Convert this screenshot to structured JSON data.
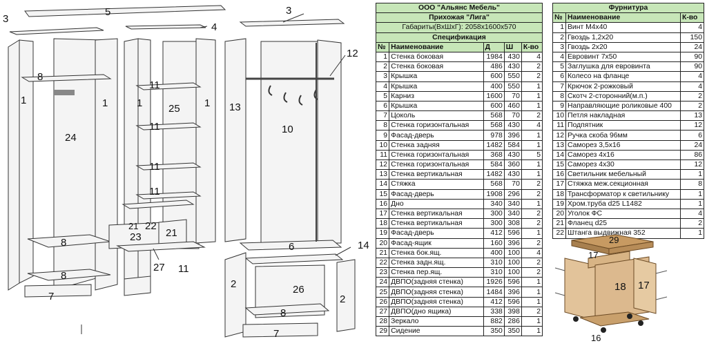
{
  "drawing": {
    "labels": {
      "l5": "5",
      "l3a": "3",
      "l4": "4",
      "l3b": "3",
      "l12": "12",
      "l8a": "8",
      "l1a": "1",
      "l1b": "1",
      "l24": "24",
      "l8b": "8",
      "l8c": "8",
      "l7a": "7",
      "l11a": "11",
      "l11b": "11",
      "l11c": "11",
      "l11d": "11",
      "l1c": "1",
      "l25": "25",
      "l1d": "1",
      "l21a": "21",
      "l22": "22",
      "l23": "23",
      "l21b": "21",
      "l27": "27",
      "l11e": "11",
      "l13": "13",
      "l10": "10",
      "l6": "6",
      "l14": "14",
      "l2a": "2",
      "l26": "26",
      "l2b": "2",
      "l8d": "8",
      "l7b": "7"
    }
  },
  "spec": {
    "company": "ООО \"Альянс Мебель\"",
    "product": "Прихожая \"Лига\"",
    "dims": "Габариты(ВхШхГ): 2058х1600х570",
    "section": "Спецификация",
    "columns": [
      "№",
      "Наименование",
      "Д",
      "Ш",
      "К-во"
    ],
    "rows": [
      {
        "n": "1",
        "name": "Стенка боковая",
        "d": "1984",
        "w": "430",
        "q": "4"
      },
      {
        "n": "2",
        "name": "Стенка боковая",
        "d": "486",
        "w": "430",
        "q": "2"
      },
      {
        "n": "3",
        "name": "Крышка",
        "d": "600",
        "w": "550",
        "q": "2"
      },
      {
        "n": "4",
        "name": "Крышка",
        "d": "400",
        "w": "550",
        "q": "1"
      },
      {
        "n": "5",
        "name": "Карниз",
        "d": "1600",
        "w": "70",
        "q": "1"
      },
      {
        "n": "6",
        "name": "Крышка",
        "d": "600",
        "w": "460",
        "q": "1"
      },
      {
        "n": "7",
        "name": "Цоколь",
        "d": "568",
        "w": "70",
        "q": "2"
      },
      {
        "n": "8",
        "name": "Стенка горизонтальная",
        "d": "568",
        "w": "430",
        "q": "4"
      },
      {
        "n": "9",
        "name": "Фасад-дверь",
        "d": "978",
        "w": "396",
        "q": "1"
      },
      {
        "n": "10",
        "name": "Стенка задняя",
        "d": "1482",
        "w": "584",
        "q": "1"
      },
      {
        "n": "11",
        "name": "Стенка горизонтальная",
        "d": "368",
        "w": "430",
        "q": "5"
      },
      {
        "n": "12",
        "name": "Стенка горизонтальная",
        "d": "584",
        "w": "360",
        "q": "1"
      },
      {
        "n": "13",
        "name": "Стенка вертикальная",
        "d": "1482",
        "w": "430",
        "q": "1"
      },
      {
        "n": "14",
        "name": "Стяжка",
        "d": "568",
        "w": "70",
        "q": "2"
      },
      {
        "n": "15",
        "name": "Фасад-дверь",
        "d": "1908",
        "w": "296",
        "q": "2"
      },
      {
        "n": "16",
        "name": "Дно",
        "d": "340",
        "w": "340",
        "q": "1"
      },
      {
        "n": "17",
        "name": "Стенка вертикальная",
        "d": "300",
        "w": "340",
        "q": "2"
      },
      {
        "n": "18",
        "name": "Стенка вертикальная",
        "d": "300",
        "w": "308",
        "q": "2"
      },
      {
        "n": "19",
        "name": "Фасад-дверь",
        "d": "412",
        "w": "596",
        "q": "1"
      },
      {
        "n": "20",
        "name": "Фасад-ящик",
        "d": "160",
        "w": "396",
        "q": "2"
      },
      {
        "n": "21",
        "name": "Стенка бок.ящ.",
        "d": "400",
        "w": "100",
        "q": "4"
      },
      {
        "n": "22",
        "name": "Стенка задн.ящ.",
        "d": "310",
        "w": "100",
        "q": "2"
      },
      {
        "n": "23",
        "name": "Стенка пер.ящ.",
        "d": "310",
        "w": "100",
        "q": "2"
      },
      {
        "n": "24",
        "name": "ДВПО(задняя стенка)",
        "d": "1926",
        "w": "596",
        "q": "1"
      },
      {
        "n": "25",
        "name": "ДВПО(задняя стенка)",
        "d": "1484",
        "w": "396",
        "q": "1"
      },
      {
        "n": "26",
        "name": "ДВПО(задняя стенка)",
        "d": "412",
        "w": "596",
        "q": "1"
      },
      {
        "n": "27",
        "name": "ДВПО(дно ящика)",
        "d": "338",
        "w": "398",
        "q": "2"
      },
      {
        "n": "28",
        "name": "Зеркало",
        "d": "882",
        "w": "286",
        "q": "1"
      },
      {
        "n": "29",
        "name": "Сидение",
        "d": "350",
        "w": "350",
        "q": "1"
      }
    ]
  },
  "hardware": {
    "title": "Фурнитура",
    "columns": [
      "№",
      "Наименование",
      "К-во"
    ],
    "rows": [
      {
        "n": "1",
        "name": "Винт М4х40",
        "q": "4"
      },
      {
        "n": "2",
        "name": "Гвоздь 1,2х20",
        "q": "150"
      },
      {
        "n": "3",
        "name": "Гвоздь 2х20",
        "q": "24"
      },
      {
        "n": "4",
        "name": "Евровинт 7х50",
        "q": "90"
      },
      {
        "n": "5",
        "name": "Заглушка для евровинта",
        "q": "90"
      },
      {
        "n": "6",
        "name": "Колесо на фланце",
        "q": "4"
      },
      {
        "n": "7",
        "name": "Крючок 2-рожковый",
        "q": "4"
      },
      {
        "n": "8",
        "name": "Скотч 2-сторонний(м.п.)",
        "q": "2"
      },
      {
        "n": "9",
        "name": "Направляющие роликовые 400",
        "q": "2"
      },
      {
        "n": "10",
        "name": "Петля накладная",
        "q": "13"
      },
      {
        "n": "11",
        "name": "Подпятник",
        "q": "12"
      },
      {
        "n": "12",
        "name": "Ручка скоба 96мм",
        "q": "6"
      },
      {
        "n": "13",
        "name": "Саморез 3,5х16",
        "q": "24"
      },
      {
        "n": "14",
        "name": "Саморез 4х16",
        "q": "86"
      },
      {
        "n": "15",
        "name": "Саморез 4х30",
        "q": "12"
      },
      {
        "n": "16",
        "name": "Светильник мебельный",
        "q": "1"
      },
      {
        "n": "17",
        "name": "Стяжка меж.секционная",
        "q": "8"
      },
      {
        "n": "18",
        "name": "Трансформатор к светильнику",
        "q": "1"
      },
      {
        "n": "19",
        "name": "Хром.труба d25 L1482",
        "q": "1"
      },
      {
        "n": "20",
        "name": "Уголок ФС",
        "q": "4"
      },
      {
        "n": "21",
        "name": "Фланец d25",
        "q": "2"
      },
      {
        "n": "22",
        "name": "Штанга выдвижная 352",
        "q": "1"
      }
    ]
  },
  "box": {
    "labels": {
      "b29": "29",
      "b17a": "17",
      "b18": "18",
      "b17b": "17",
      "b16": "16"
    }
  },
  "colors": {
    "header_green": "#c7e6b8",
    "wood": "#dcb98e",
    "wood_dark": "#a8804f",
    "panel": "#f3f3f3"
  }
}
